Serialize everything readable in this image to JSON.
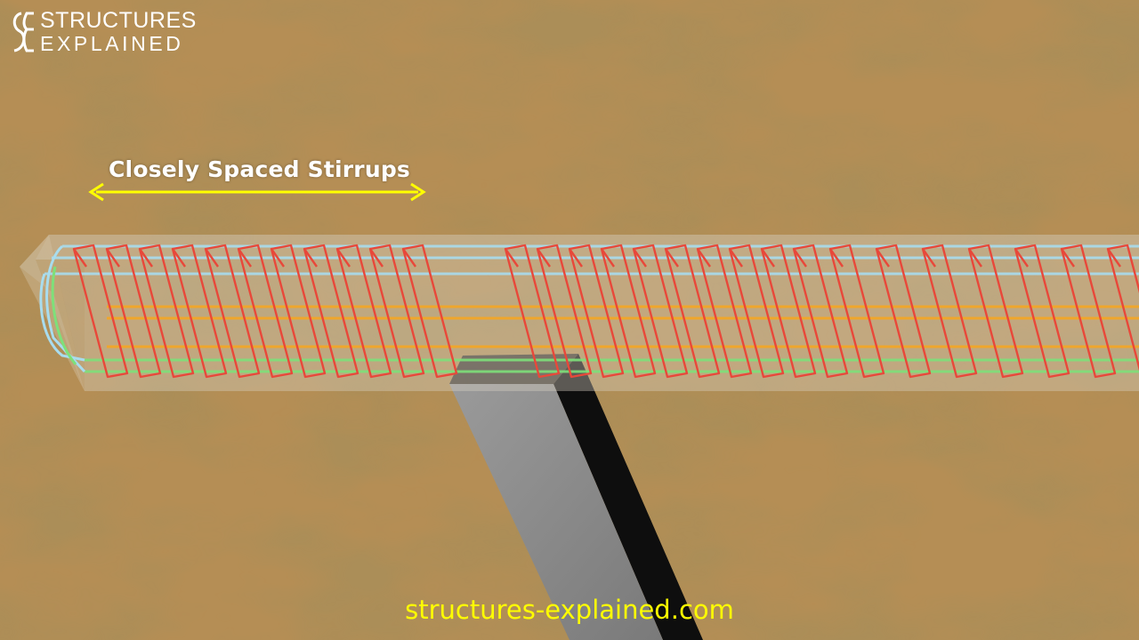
{
  "brand": {
    "line1": "STRUCTURES",
    "line2": "EXPLAINED",
    "logo_icon": "se-logo-icon"
  },
  "annotation": {
    "label": "Closely Spaced Stirrups",
    "arrow_icon": "double-arrow-icon"
  },
  "watermark": "structures-explained.com",
  "colors": {
    "ground": "#b58e55",
    "stirrup": "#e8483a",
    "top_bar": "#a8dcee",
    "middle_bar": "#f5a623",
    "bottom_bar": "#7ee07a",
    "arrow": "#ffff00",
    "column": "#8c8c8c",
    "column_shadow": "#101010"
  }
}
